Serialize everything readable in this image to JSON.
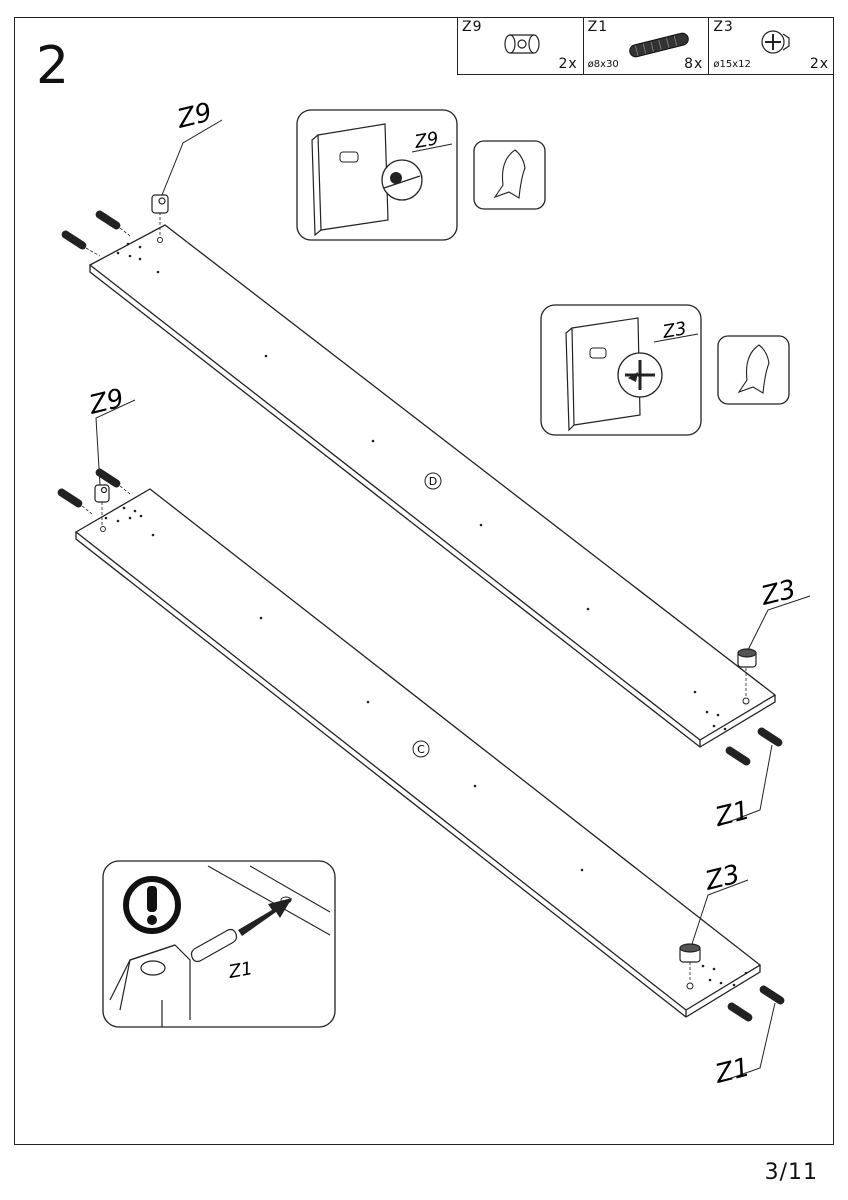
{
  "step": {
    "number": "2"
  },
  "page": {
    "number": "3/11"
  },
  "parts": [
    {
      "code": "Z9",
      "size": "",
      "qty": "2x",
      "icon": "cam-lock-barrel-icon"
    },
    {
      "code": "Z1",
      "size": "ø8x30",
      "qty": "8x",
      "icon": "wooden-dowel-icon"
    },
    {
      "code": "Z3",
      "size": "ø15x12",
      "qty": "2x",
      "icon": "cam-lock-housing-icon"
    }
  ],
  "callouts": {
    "z9_top": "Z9",
    "z9_detail": "Z9",
    "z3_detail": "Z3",
    "z9_lower": "Z9",
    "z3_top_panel": "Z3",
    "z1_top_panel": "Z1",
    "z3_lower_panel": "Z3",
    "z1_lower_panel": "Z1",
    "z1_warning": "Z1"
  },
  "panels": {
    "upper": "D",
    "lower": "C"
  }
}
